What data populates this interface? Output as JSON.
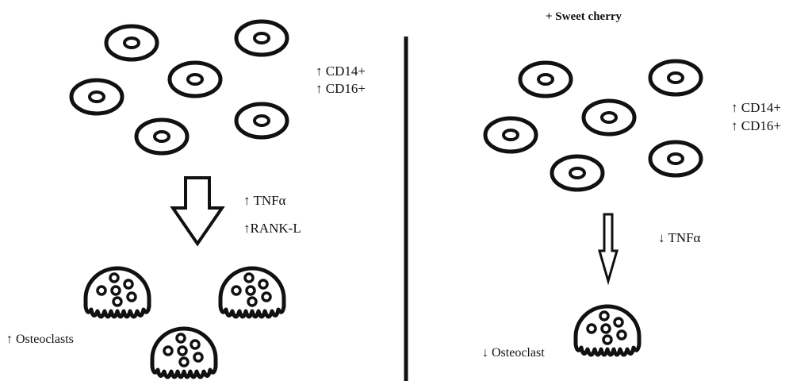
{
  "colors": {
    "ink": "#111111",
    "background": "#ffffff"
  },
  "left_panel": {
    "markers": [
      "↑ CD14+",
      "↑ CD16+"
    ],
    "cytokines": [
      "↑ TNFα",
      "↑RANK-L"
    ],
    "result": "↑ Osteoclasts"
  },
  "right_panel": {
    "treatment": "+ Sweet cherry",
    "markers": [
      "↑ CD14+",
      "↑ CD16+"
    ],
    "cytokines": [
      "↓ TNFα"
    ],
    "result": "↓ Osteoclast"
  },
  "icons": {
    "monocyte": "monocyte-cell-icon",
    "osteoclast": "osteoclast-icon",
    "arrow": "down-arrow-icon"
  }
}
